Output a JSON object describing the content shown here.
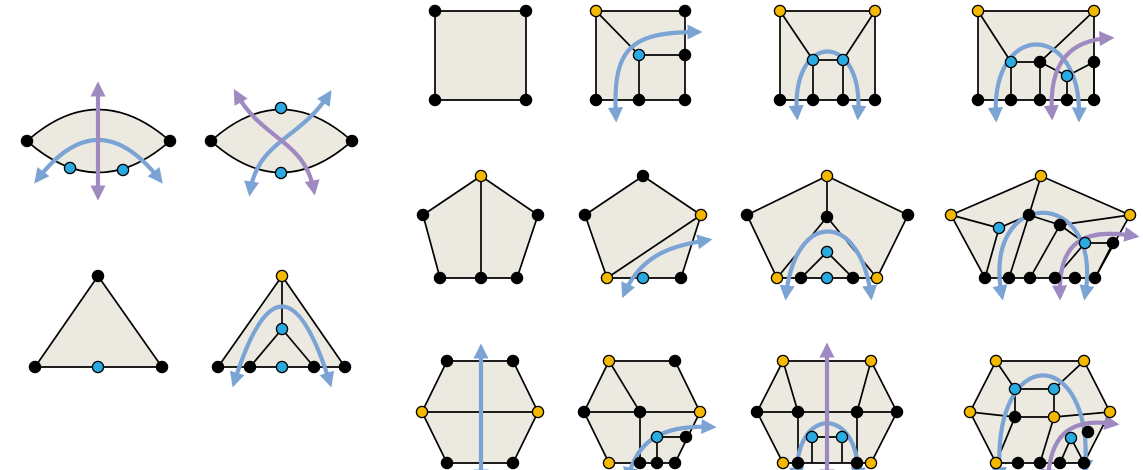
{
  "colors": {
    "background": "#ffffff",
    "face_fill": "#eceae0",
    "edge": "#000000",
    "vertex_black": "#000000",
    "vertex_orange": "#f5b800",
    "vertex_blue": "#29abe2",
    "path_blue": "#7ba3d4",
    "path_purple": "#9e8ac0"
  },
  "diagrams": [
    {
      "id": "lens-vertical-path",
      "shape": "lens",
      "paths": [
        "blue",
        "purple"
      ]
    },
    {
      "id": "lens-crossing-paths",
      "shape": "lens",
      "paths": [
        "blue",
        "purple"
      ]
    },
    {
      "id": "triangle",
      "shape": "triangle",
      "paths": []
    },
    {
      "id": "triangle-subdivided",
      "shape": "triangle",
      "paths": [
        "blue"
      ]
    },
    {
      "id": "square",
      "shape": "square",
      "paths": []
    },
    {
      "id": "square-one-loop",
      "shape": "square",
      "paths": [
        "blue"
      ]
    },
    {
      "id": "square-two-blue",
      "shape": "square",
      "paths": [
        "blue"
      ]
    },
    {
      "id": "square-blue-purple",
      "shape": "square",
      "paths": [
        "blue",
        "purple"
      ]
    },
    {
      "id": "pentagon",
      "shape": "pentagon",
      "paths": []
    },
    {
      "id": "pentagon-one-path",
      "shape": "pentagon",
      "paths": [
        "blue"
      ]
    },
    {
      "id": "pentagon-nested",
      "shape": "pentagon",
      "paths": [
        "blue"
      ]
    },
    {
      "id": "pentagon-blue-purple",
      "shape": "pentagon",
      "paths": [
        "blue",
        "purple"
      ]
    },
    {
      "id": "hexagon",
      "shape": "hexagon",
      "paths": [
        "blue"
      ]
    },
    {
      "id": "hexagon-one-path",
      "shape": "hexagon",
      "paths": [
        "blue"
      ]
    },
    {
      "id": "hexagon-blue-purple",
      "shape": "hexagon",
      "paths": [
        "blue",
        "purple"
      ]
    },
    {
      "id": "hexagon-complex",
      "shape": "hexagon",
      "paths": [
        "blue",
        "purple"
      ]
    }
  ]
}
